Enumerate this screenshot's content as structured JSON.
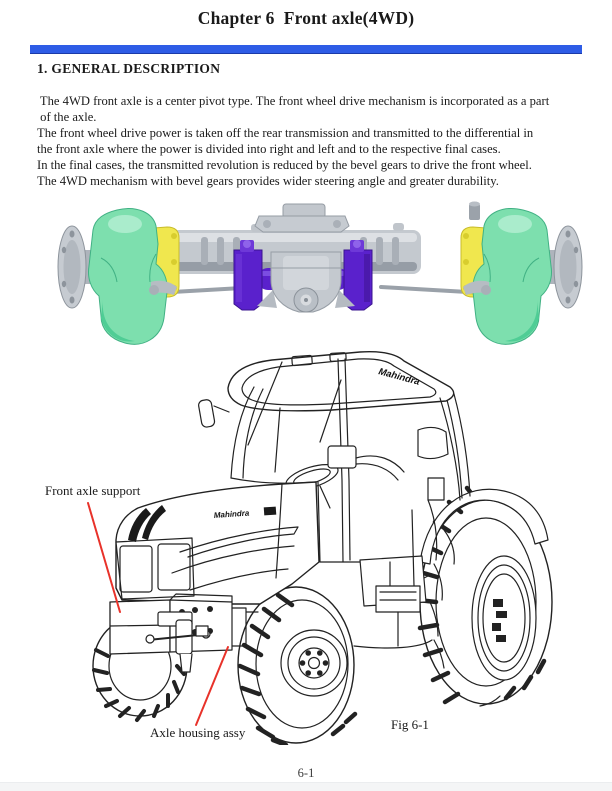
{
  "page": {
    "title": "Chapter 6  Front axle(4WD)",
    "section_heading": "1. GENERAL DESCRIPTION",
    "body_lines": [
      " The 4WD front axle is a center pivot type. The front wheel drive mechanism is incorporated as a part",
      " of the axle.",
      "The front wheel drive power is taken off the rear transmission and transmitted to the differential in",
      "the front axle where the power is divided into right and left and to the respective final cases.",
      "In the final cases, the transmitted revolution is reduced by the bevel gears to drive the front wheel.",
      "The 4WD mechanism with bevel gears provides wider steering angle and greater durability."
    ],
    "figure": {
      "label_front_axle_support": "Front axle support",
      "label_axle_housing": "Axle housing assy",
      "caption": "Fig 6-1",
      "brand_roof": "Mahindra",
      "brand_hood": "Mahindra"
    },
    "page_number": "6-1",
    "colors": {
      "accent_bar": "#2e5ce6",
      "leader_line": "#e8322a",
      "axle_green": "#7ddfae",
      "axle_yellow": "#f0e74e",
      "axle_purple": "#5a21cc",
      "axle_gray": "#c4c9cf",
      "line_art": "#222222"
    }
  }
}
